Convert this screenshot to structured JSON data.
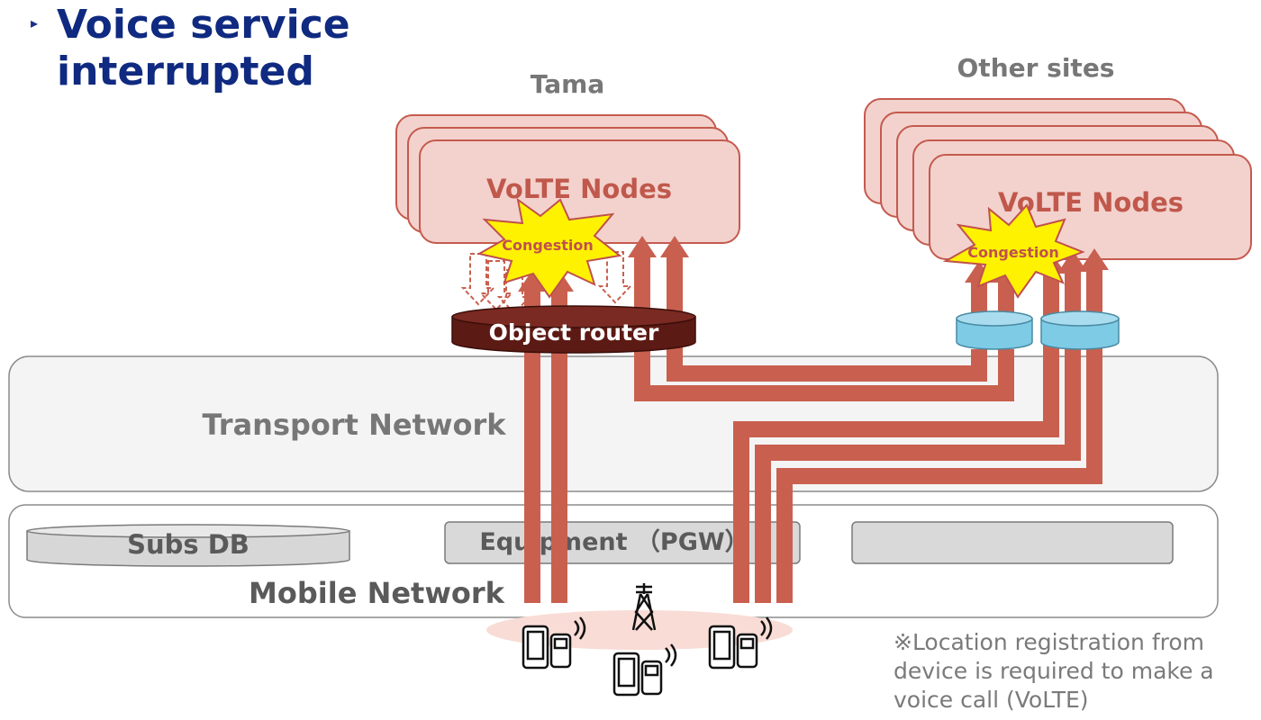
{
  "title": "Voice service interrupted",
  "title_bullet": "▸",
  "site_labels": {
    "tama": "Tama",
    "other": "Other sites"
  },
  "nodes": {
    "tama": "VoLTE Nodes",
    "other": "VoLTE Nodes"
  },
  "congestion": {
    "tama": "Congestion",
    "other": "Congestion"
  },
  "router": "Object router",
  "transport_network": "Transport Network",
  "mobile_network": "Mobile Network",
  "subs_db": "Subs DB",
  "equipment": "Equipment （PGW）",
  "footnote": "※Location registration from device is required to make a voice call (VoLTE)",
  "colors": {
    "title": "#0f2a80",
    "node_fill": "#f3d2cd",
    "node_border": "#c55a4e",
    "node_text": "#c0584c",
    "arrow": "#c9604f",
    "router": "#5c1a14",
    "router_small": "#7ecbe5",
    "burst": "#fff200",
    "burst_text": "#c0504d",
    "label_gray": "#777777"
  },
  "icons": [
    "cell-tower-icon",
    "mobile-phone-icon"
  ]
}
